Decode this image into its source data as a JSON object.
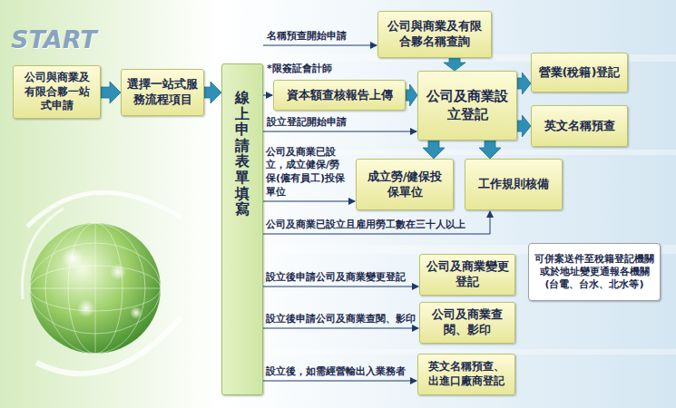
{
  "diagram": {
    "nodes": [
      {
        "text": [
          "公司與商業及有限合夥一站式申請"
        ]
      },
      {
        "text": [
          "選擇一站式服務流程項目"
        ]
      },
      {
        "text": [
          "線上申請表單填寫"
        ]
      },
      {
        "text": [
          "公司與商業及有限合夥名稱查詢"
        ]
      },
      {
        "text": [
          "資本額查核報告上傳"
        ]
      },
      {
        "text": [
          "公司及商業設立登記"
        ]
      },
      {
        "text": [
          "營業(稅籍)登記"
        ]
      },
      {
        "text": [
          "英文名稱預查"
        ]
      },
      {
        "text": [
          "成立勞/健保投保單位"
        ]
      },
      {
        "text": [
          "工作規則核備"
        ]
      },
      {
        "text": [
          "公司及商業變更登記"
        ]
      },
      {
        "text": [
          "可併案送件至稅籍登記機關或於地址變更通報各機關(台電、台水、北水等)"
        ]
      },
      {
        "text": [
          "公司及商業查閱、影印"
        ]
      },
      {
        "text": [
          "英文名稱預查、出進口廠商登記"
        ]
      }
    ],
    "edges": [
      {
        "from": 0,
        "to": 1,
        "arrow": "to"
      },
      {
        "from": 1,
        "to": 2,
        "arrow": "to"
      },
      {
        "from": 2,
        "to": 3,
        "label": "名稱預查開始申請",
        "arrow": "to"
      },
      {
        "from": 2,
        "to": 4,
        "label": "*限簽証會計師",
        "arrow": "to"
      },
      {
        "from": 2,
        "to": 5,
        "label": "設立登記開始申請",
        "arrow": "to"
      },
      {
        "from": 3,
        "to": 5,
        "arrow": "to"
      },
      {
        "from": 4,
        "to": 5,
        "arrow": "to"
      },
      {
        "from": 5,
        "to": 6,
        "arrow": "to"
      },
      {
        "from": 5,
        "to": 7,
        "arrow": "to"
      },
      {
        "from": 5,
        "to": 8,
        "arrow": "to"
      },
      {
        "from": 5,
        "to": 9,
        "arrow": "to"
      },
      {
        "from": 2,
        "to": 8,
        "label": "公司及商業已設立，成立健保/勞保(僱有員工)投保單位",
        "arrow": "to"
      },
      {
        "from": 2,
        "to": 9,
        "label": "公司及商業已設立且雇用勞工數在三十人以上",
        "arrow": "to"
      },
      {
        "from": 2,
        "to": 10,
        "label": "設立後申請公司及商業變更登記",
        "arrow": "to"
      },
      {
        "from": 2,
        "to": 12,
        "label": "設立後申請公司及商業查閱、影印",
        "arrow": "to"
      },
      {
        "from": 2,
        "to": 13,
        "label": "設立後，如需經營輸出入業務者",
        "arrow": "to"
      }
    ],
    "labels": [
      "START"
    ]
  }
}
